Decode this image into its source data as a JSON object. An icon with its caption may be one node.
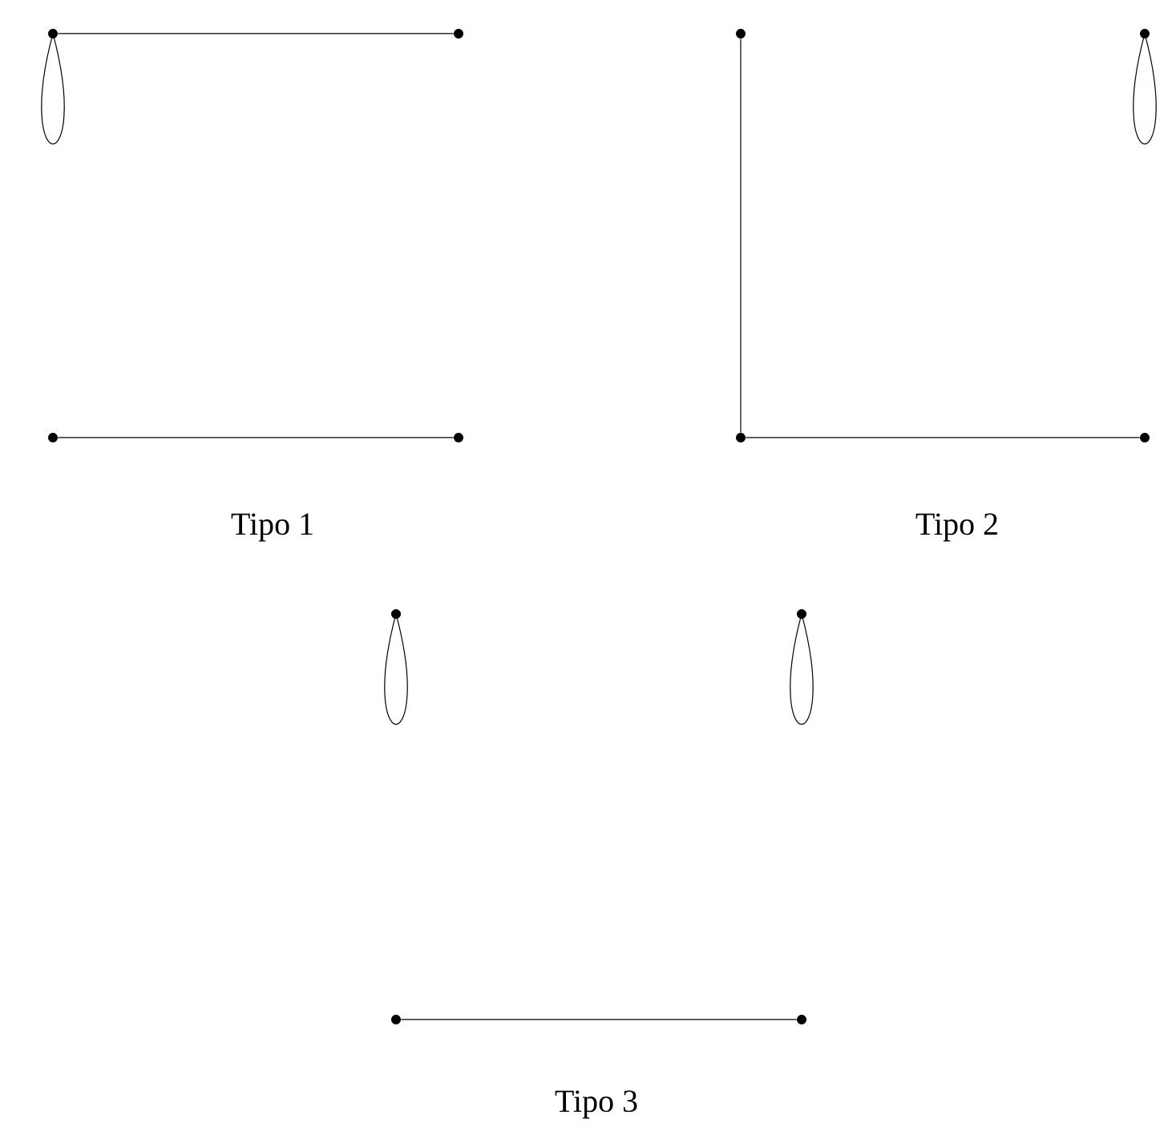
{
  "diagram": {
    "nodes": [
      {
        "text": [],
        "shape": "circle"
      },
      {
        "text": [],
        "shape": "circle"
      },
      {
        "text": [],
        "shape": "circle"
      },
      {
        "text": [],
        "shape": "circle"
      },
      {
        "text": [],
        "shape": "circle"
      },
      {
        "text": [],
        "shape": "circle"
      },
      {
        "text": [],
        "shape": "circle"
      },
      {
        "text": [],
        "shape": "circle"
      },
      {
        "text": [],
        "shape": "circle"
      },
      {
        "text": [],
        "shape": "circle"
      },
      {
        "text": [],
        "shape": "circle"
      },
      {
        "text": [],
        "shape": "circle"
      }
    ],
    "edges": [
      {
        "from": 0,
        "to": 0,
        "arrow": "none"
      },
      {
        "from": 0,
        "to": 1,
        "arrow": "none"
      },
      {
        "from": 2,
        "to": 3,
        "arrow": "none"
      },
      {
        "from": 5,
        "to": 5,
        "arrow": "none"
      },
      {
        "from": 4,
        "to": 6,
        "arrow": "none"
      },
      {
        "from": 6,
        "to": 7,
        "arrow": "none"
      },
      {
        "from": 8,
        "to": 8,
        "arrow": "none"
      },
      {
        "from": 9,
        "to": 9,
        "arrow": "none"
      },
      {
        "from": 10,
        "to": 11,
        "arrow": "none"
      }
    ],
    "labels": [
      "Tipo 1",
      "Tipo 2",
      "Tipo 3"
    ]
  }
}
